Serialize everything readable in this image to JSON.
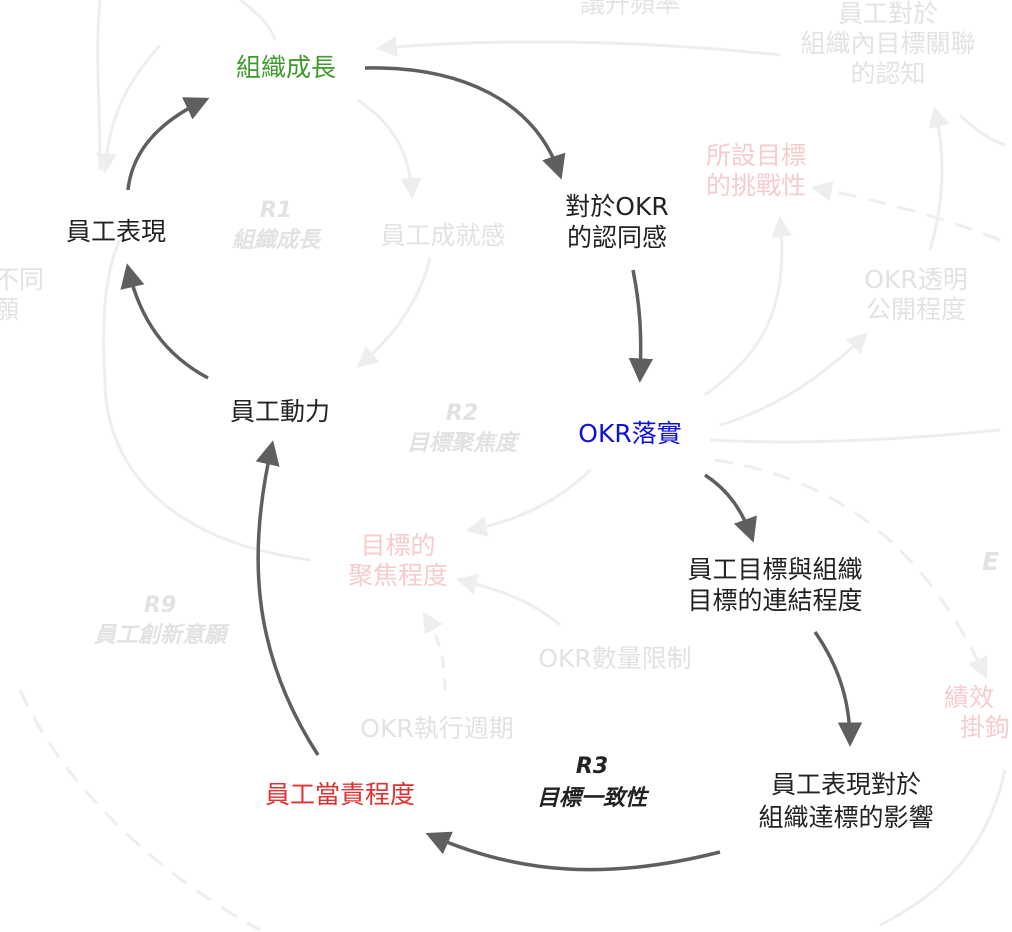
{
  "colors": {
    "main_arrow": "#5f5f5f",
    "faint_arrow": "#eeeeee",
    "text": "#222222",
    "faint_text": "#e2e2e2",
    "pink_text": "#f6cccc",
    "green": "#3f9b2e",
    "blue": "#1010dd",
    "red": "#e03030"
  },
  "nodes": {
    "org_growth": "組織成長",
    "okr_identity": [
      "對於OKR",
      "的認同感"
    ],
    "okr_implementation": "OKR落實",
    "goal_link": [
      "員工目標與組織",
      "目標的連結程度"
    ],
    "perf_impact": [
      "員工表現對於",
      "組織達標的影響"
    ],
    "accountability": "員工當責程度",
    "motivation": "員工動力",
    "performance": "員工表現"
  },
  "faint_nodes": {
    "achievement": "員工成就感",
    "okr_count_limit": "OKR數量限制",
    "okr_cycle": "OKR執行週期",
    "transparency": [
      "OKR透明",
      "公開程度"
    ],
    "org_goal_awareness": [
      "員工對於",
      "組織內目標關聯",
      "的認知"
    ],
    "top_cut": "議升頻率",
    "left_cut": [
      "不同",
      "願"
    ],
    "right_cut_1": [
      "績效",
      "掛鉤"
    ],
    "right_cut_2": "E"
  },
  "pink_nodes": {
    "challenge": [
      "所設目標",
      "的挑戰性"
    ],
    "focus": [
      "目標的",
      "聚焦程度"
    ]
  },
  "loops": {
    "r1": {
      "id": "R1",
      "name": "組織成長"
    },
    "r2": {
      "id": "R2",
      "name": "目標聚焦度"
    },
    "r3": {
      "id": "R3",
      "name": "目標一致性"
    },
    "r9": {
      "id": "R9",
      "name": "員工創新意願"
    }
  }
}
